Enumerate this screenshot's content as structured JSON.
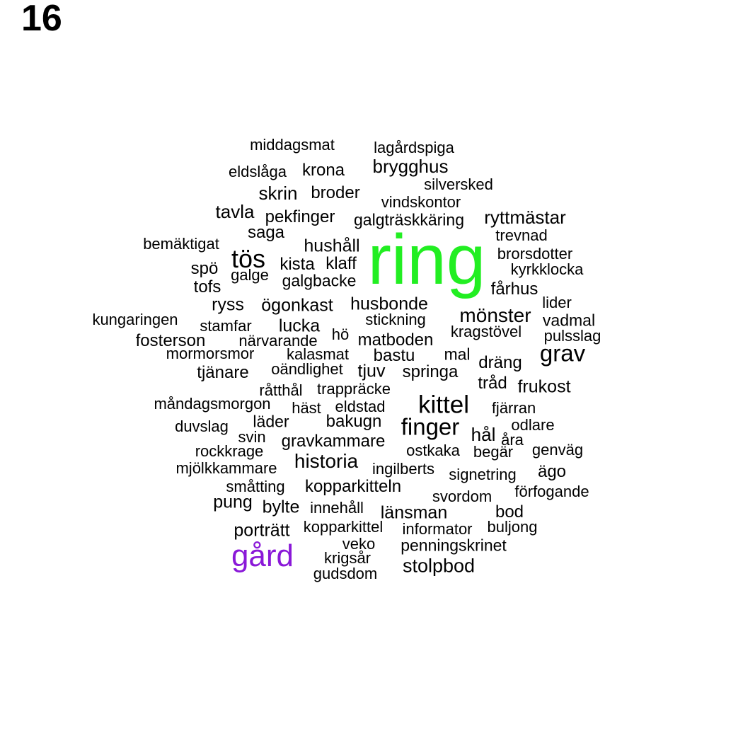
{
  "page_number": "16",
  "colors": {
    "highlight_1": "#22ee22",
    "highlight_2": "#8a18d8",
    "default": "#000000"
  },
  "words": [
    {
      "text": "ring",
      "color": "#22ee22"
    },
    {
      "text": "gård",
      "color": "#8a18d8"
    },
    {
      "text": "kittel"
    },
    {
      "text": "finger"
    },
    {
      "text": "grav"
    },
    {
      "text": "tös"
    },
    {
      "text": "mönster"
    },
    {
      "text": "historia"
    },
    {
      "text": "brygghus"
    },
    {
      "text": "skrin"
    },
    {
      "text": "stolpbod"
    },
    {
      "text": "tavla"
    },
    {
      "text": "ryttmästar"
    },
    {
      "text": "husbonde"
    },
    {
      "text": "frukost"
    },
    {
      "text": "hushåll"
    },
    {
      "text": "middagsmat"
    },
    {
      "text": "lagårdspiga"
    },
    {
      "text": "eldslåga"
    },
    {
      "text": "krona"
    },
    {
      "text": "silversked"
    },
    {
      "text": "broder"
    },
    {
      "text": "vindskontor"
    },
    {
      "text": "pekfinger"
    },
    {
      "text": "galgträskkäring"
    },
    {
      "text": "saga"
    },
    {
      "text": "trevnad"
    },
    {
      "text": "bemäktigat"
    },
    {
      "text": "brorsdotter"
    },
    {
      "text": "spö"
    },
    {
      "text": "kista"
    },
    {
      "text": "klaff"
    },
    {
      "text": "kyrkklocka"
    },
    {
      "text": "galge"
    },
    {
      "text": "galgbacke"
    },
    {
      "text": "tofs"
    },
    {
      "text": "fårhus"
    },
    {
      "text": "lider"
    },
    {
      "text": "ryss"
    },
    {
      "text": "ögonkast"
    },
    {
      "text": "kungaringen"
    },
    {
      "text": "stickning"
    },
    {
      "text": "vadmal"
    },
    {
      "text": "stamfar"
    },
    {
      "text": "lucka"
    },
    {
      "text": "kragstövel"
    },
    {
      "text": "pulsslag"
    },
    {
      "text": "fosterson"
    },
    {
      "text": "närvarande"
    },
    {
      "text": "hö"
    },
    {
      "text": "matboden"
    },
    {
      "text": "mormorsmor"
    },
    {
      "text": "kalasmat"
    },
    {
      "text": "bastu"
    },
    {
      "text": "mal"
    },
    {
      "text": "dräng"
    },
    {
      "text": "tjänare"
    },
    {
      "text": "oändlighet"
    },
    {
      "text": "tjuv"
    },
    {
      "text": "springa"
    },
    {
      "text": "tråd"
    },
    {
      "text": "råtthål"
    },
    {
      "text": "trappräcke"
    },
    {
      "text": "måndagsmorgon"
    },
    {
      "text": "häst"
    },
    {
      "text": "eldstad"
    },
    {
      "text": "fjärran"
    },
    {
      "text": "läder"
    },
    {
      "text": "duvslag"
    },
    {
      "text": "bakugn"
    },
    {
      "text": "odlare"
    },
    {
      "text": "hål"
    },
    {
      "text": "svin"
    },
    {
      "text": "gravkammare"
    },
    {
      "text": "åra"
    },
    {
      "text": "rockkrage"
    },
    {
      "text": "ostkaka"
    },
    {
      "text": "begär"
    },
    {
      "text": "genväg"
    },
    {
      "text": "mjölkkammare"
    },
    {
      "text": "ingilberts"
    },
    {
      "text": "ägo"
    },
    {
      "text": "signetring"
    },
    {
      "text": "småtting"
    },
    {
      "text": "kopparkitteln"
    },
    {
      "text": "förfogande"
    },
    {
      "text": "svordom"
    },
    {
      "text": "pung"
    },
    {
      "text": "bylte"
    },
    {
      "text": "innehåll"
    },
    {
      "text": "länsman"
    },
    {
      "text": "bod"
    },
    {
      "text": "porträtt"
    },
    {
      "text": "kopparkittel"
    },
    {
      "text": "informator"
    },
    {
      "text": "buljong"
    },
    {
      "text": "veko"
    },
    {
      "text": "penningskrinet"
    },
    {
      "text": "krigsår"
    },
    {
      "text": "gudsdom"
    }
  ]
}
